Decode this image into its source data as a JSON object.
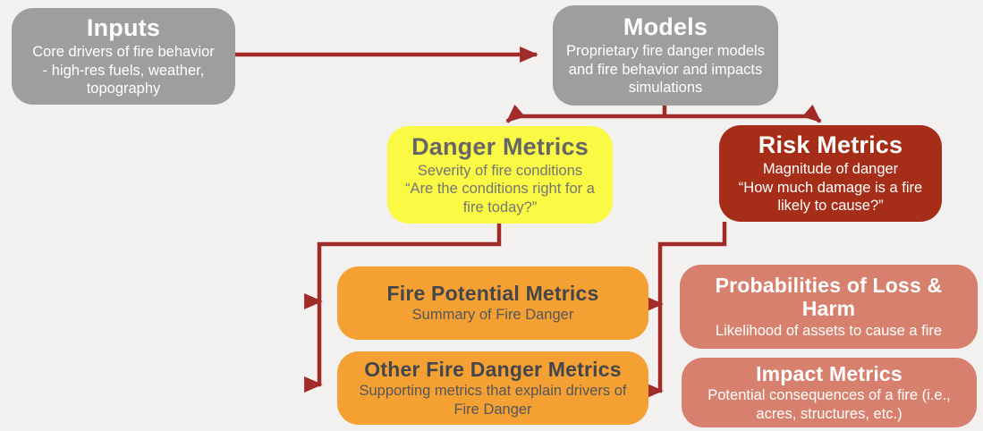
{
  "nodes": {
    "inputs": {
      "title": "Inputs",
      "lines": [
        "Core drivers of fire behavior",
        "- high-res fuels, weather, topography"
      ]
    },
    "models": {
      "title": "Models",
      "lines": [
        "Proprietary fire danger models and fire behavior and impacts simulations"
      ]
    },
    "danger_metrics": {
      "title": "Danger Metrics",
      "lines": [
        "Severity of fire conditions",
        "“Are the conditions right for a fire today?”"
      ]
    },
    "risk_metrics": {
      "title": "Risk Metrics",
      "lines": [
        "Magnitude of danger",
        "“How much damage is a fire likely to cause?”"
      ]
    },
    "fire_potential_metrics": {
      "title": "Fire Potential Metrics",
      "lines": [
        "Summary of Fire Danger"
      ]
    },
    "other_fire_danger_metrics": {
      "title": "Other Fire Danger Metrics",
      "lines": [
        "Supporting metrics that explain drivers of Fire Danger"
      ]
    },
    "probabilities_of_loss": {
      "title": "Probabilities of Loss & Harm",
      "lines": [
        "Likelihood of assets to cause a fire"
      ]
    },
    "impact_metrics": {
      "title": "Impact Metrics",
      "lines": [
        "Potential consequences of a fire (i.e., acres, structures, etc.)"
      ]
    }
  },
  "colors": {
    "background": "#F2F1F0",
    "node_gray": "#9E9E9E",
    "node_yellow": "#FAF943",
    "node_dark_red": "#A62D17",
    "node_orange": "#F5A033",
    "node_salmon": "#D6806D",
    "arrow_red": "#A12B28",
    "text_white": "#FFFFFF",
    "text_gray": "#6E6E6E",
    "text_charcoal": "#43464A"
  }
}
